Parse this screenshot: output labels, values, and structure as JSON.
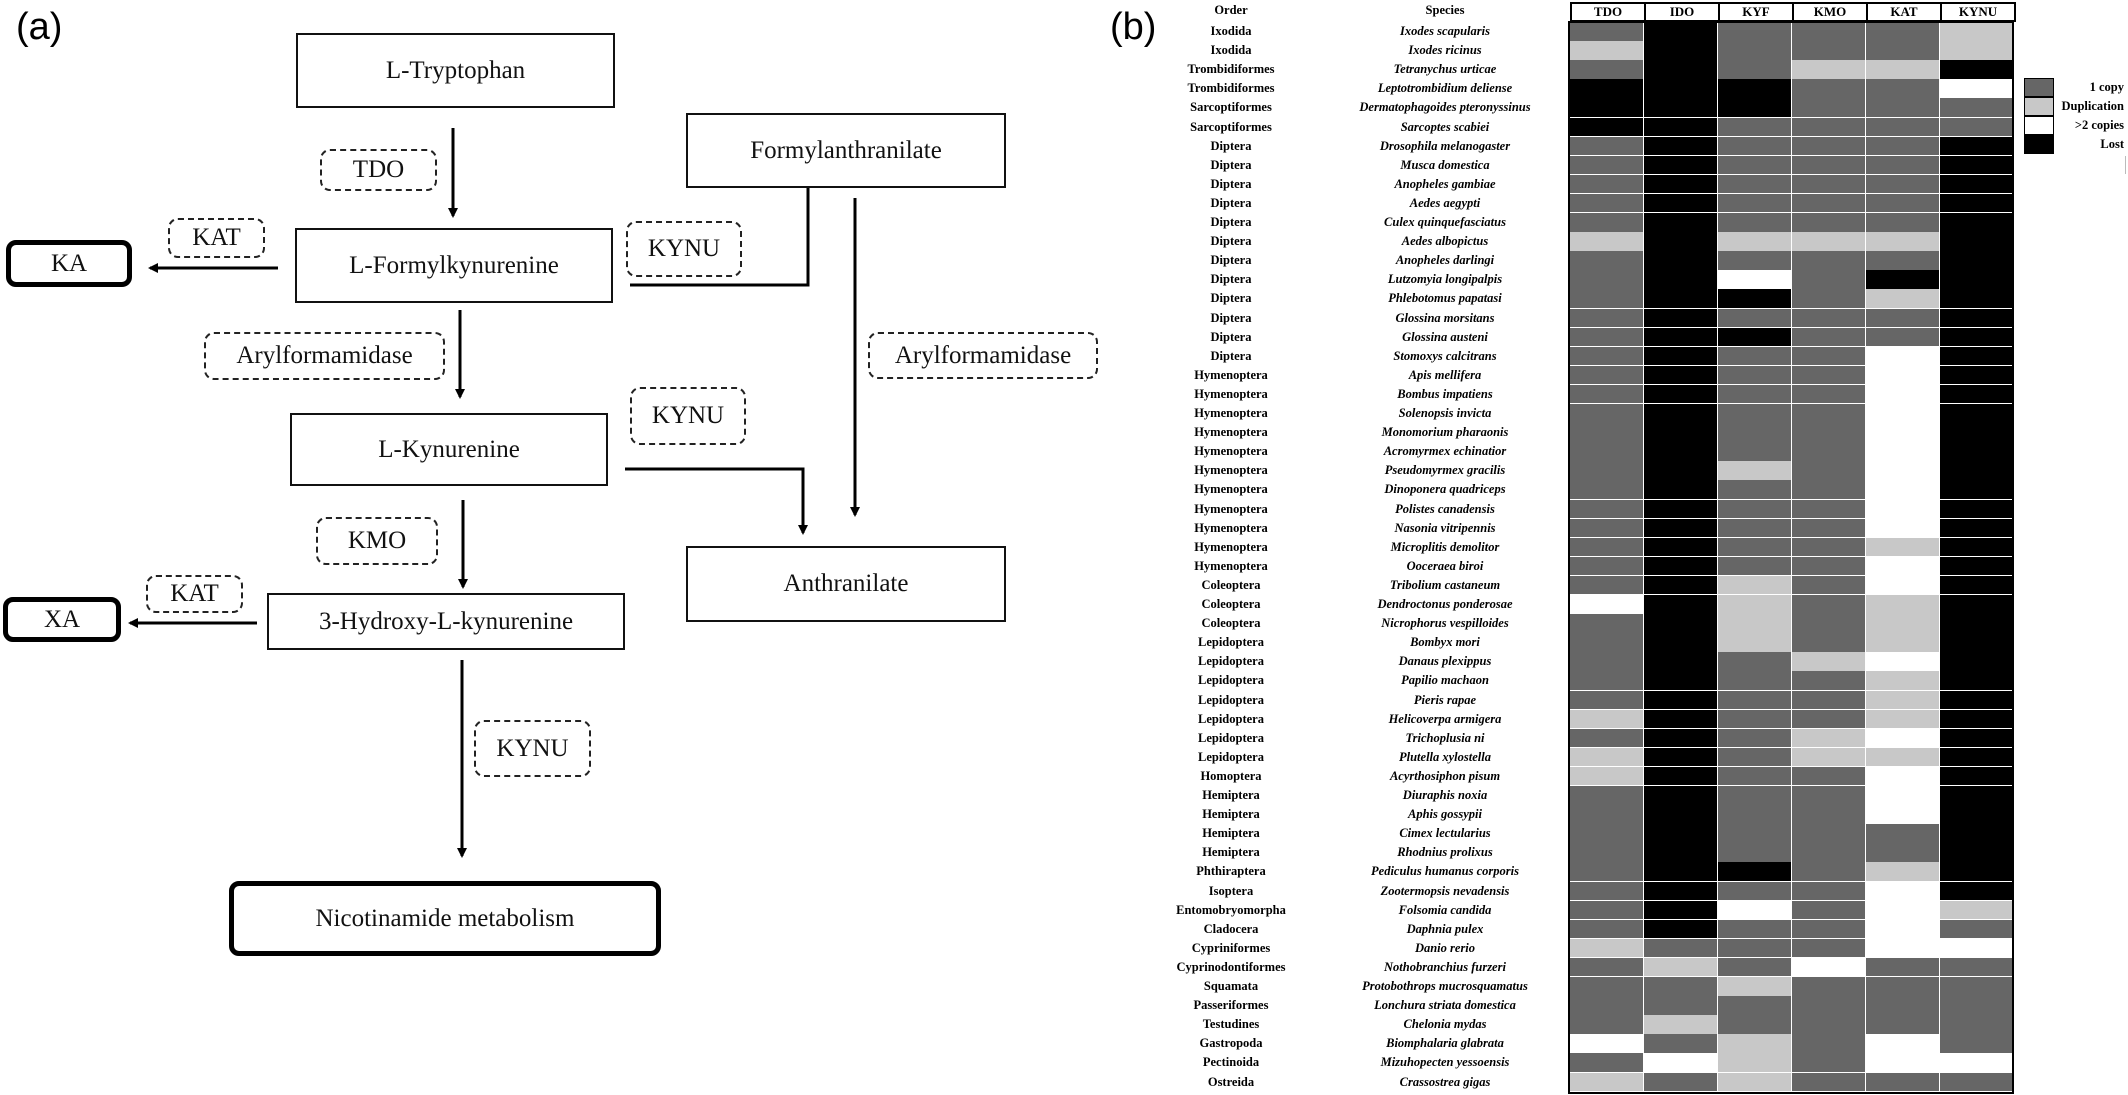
{
  "panel_a": {
    "label": "(a)",
    "nodes": {
      "trp": "L-Tryptophan",
      "formylkyn": "L-Formylkynurenine",
      "kyn": "L-Kynurenine",
      "hk": "3-Hydroxy-L-kynurenine",
      "nic": "Nicotinamide metabolism",
      "formylanth": "Formylanthranilate",
      "anth": "Anthranilate",
      "ka": "KA",
      "xa": "XA"
    },
    "enzymes": {
      "tdo": "TDO",
      "kat1": "KAT",
      "kat2": "KAT",
      "arylf1": "Arylformamidase",
      "arylf2": "Arylformamidase",
      "kynu1": "KYNU",
      "kynu2": "KYNU",
      "kynu3": "KYNU",
      "kmo": "KMO"
    }
  },
  "panel_b": {
    "label": "(b)",
    "header_order": "Order",
    "header_species": "Species",
    "genes": [
      "TDO",
      "IDO",
      "KYF",
      "KMO",
      "KAT",
      "KYNU"
    ],
    "legend": [
      {
        "label": "1 copy",
        "color": "#666666"
      },
      {
        "label": "Duplication",
        "color": "#c8c8c8"
      },
      {
        "label": ">2 copies",
        "color": "#ffffff"
      },
      {
        "label": "Lost",
        "color": "#000000"
      }
    ],
    "rows": [
      {
        "order": "Ixodida",
        "species": "Ixodes scapularis",
        "states": "10111dd"
      },
      {
        "order": "Ixodida",
        "species": "Ixodes ricinus",
        "states": "d0111dd"
      },
      {
        "order": "Trombidiformes",
        "species": "Tetranychus urticae",
        "states": "101dd"
      },
      {
        "order": "Trombidiformes",
        "species": "Leptotrombidium deliense",
        "states": "00011w1"
      },
      {
        "order": "Sarcoptiformes",
        "species": "Dermatophagoides pteronyssinus",
        "states": "000111"
      },
      {
        "order": "Sarcoptiformes",
        "species": "Sarcoptes scabiei",
        "states": "001111"
      },
      {
        "order": "Diptera",
        "species": "Drosophila melanogaster",
        "states": "101110"
      },
      {
        "order": "Diptera",
        "species": "Musca domestica",
        "states": "101110"
      },
      {
        "order": "Diptera",
        "species": "Anopheles gambiae",
        "states": "101110"
      },
      {
        "order": "Diptera",
        "species": "Aedes aegypti",
        "states": "101110"
      },
      {
        "order": "Diptera",
        "species": "Culex quinquefasciatus",
        "states": "101110"
      },
      {
        "order": "Diptera",
        "species": "Aedes albopictus",
        "states": "d0dd d0"
      },
      {
        "order": "Diptera",
        "species": "Anopheles darlingi",
        "states": "101110"
      },
      {
        "order": "Diptera",
        "species": "Lutzomyia longipalpis",
        "states": "10w100"
      },
      {
        "order": "Diptera",
        "species": "Phlebotomus papatasi",
        "states": "1001d0"
      },
      {
        "order": "Diptera",
        "species": "Glossina morsitans",
        "states": "101110"
      },
      {
        "order": "Diptera",
        "species": "Glossina austeni",
        "states": "100110"
      },
      {
        "order": "Diptera",
        "species": "Stomoxys calcitrans",
        "states": "1011w0"
      },
      {
        "order": "Hymenoptera",
        "species": "Apis mellifera",
        "states": "1011w0"
      },
      {
        "order": "Hymenoptera",
        "species": "Bombus impatiens",
        "states": "1011w0"
      },
      {
        "order": "Hymenoptera",
        "species": "Solenopsis invicta",
        "states": "1011w0"
      },
      {
        "order": "Hymenoptera",
        "species": "Monomorium pharaonis",
        "states": "1011w0"
      },
      {
        "order": "Hymenoptera",
        "species": "Acromyrmex echinatior",
        "states": "1011w0"
      },
      {
        "order": "Hymenoptera",
        "species": "Pseudomyrmex gracilis",
        "states": "10d1w0"
      },
      {
        "order": "Hymenoptera",
        "species": "Dinoponera quadriceps",
        "states": "1011w0"
      },
      {
        "order": "Hymenoptera",
        "species": "Polistes canadensis",
        "states": "1011w0"
      },
      {
        "order": "Hymenoptera",
        "species": "Nasonia vitripennis",
        "states": "1011w0"
      },
      {
        "order": "Hymenoptera",
        "species": "Microplitis demolitor",
        "states": "1011d0"
      },
      {
        "order": "Hymenoptera",
        "species": "Ooceraea biroi",
        "states": "1011w0"
      },
      {
        "order": "Coleoptera",
        "species": "Tribolium castaneum",
        "states": "10d1w0"
      },
      {
        "order": "Coleoptera",
        "species": "Dendroctonus ponderosae",
        "states": "w0d1d0"
      },
      {
        "order": "Coleoptera",
        "species": "Nicrophorus vespilloides",
        "states": "10d1d0"
      },
      {
        "order": "Lepidoptera",
        "species": "Bombyx mori",
        "states": "10d1d0"
      },
      {
        "order": "Lepidoptera",
        "species": "Danaus plexippus",
        "states": "101dw0"
      },
      {
        "order": "Lepidoptera",
        "species": "Papilio machaon",
        "states": "1011d0"
      },
      {
        "order": "Lepidoptera",
        "species": "Pieris rapae",
        "states": "1011d0"
      },
      {
        "order": "Lepidoptera",
        "species": "Helicoverpa armigera",
        "states": "d011d0"
      },
      {
        "order": "Lepidoptera",
        "species": "Trichoplusia ni",
        "states": "101dw0"
      },
      {
        "order": "Lepidoptera",
        "species": "Plutella xylostella",
        "states": "d01dd0"
      },
      {
        "order": "Homoptera",
        "species": "Acyrthosiphon pisum",
        "states": "d011w0"
      },
      {
        "order": "Hemiptera",
        "species": "Diuraphis noxia",
        "states": "1011w0"
      },
      {
        "order": "Hemiptera",
        "species": "Aphis gossypii",
        "states": "1011w0"
      },
      {
        "order": "Hemiptera",
        "species": "Cimex lectularius",
        "states": "101110"
      },
      {
        "order": "Hemiptera",
        "species": "Rhodnius prolixus",
        "states": "101110"
      },
      {
        "order": "Phthiraptera",
        "species": "Pediculus humanus corporis",
        "states": "1001d0"
      },
      {
        "order": "Isoptera",
        "species": "Zootermopsis nevadensis",
        "states": "1011w0"
      },
      {
        "order": "Entomobryomorpha",
        "species": "Folsomia candida",
        "states": "10w1wd"
      },
      {
        "order": "Cladocera",
        "species": "Daphnia pulex",
        "states": "1011w1"
      },
      {
        "order": "Cypriniformes",
        "species": "Danio rerio",
        "states": "d111ww"
      },
      {
        "order": "Cyprinodontiformes",
        "species": "Nothobranchius furzeri",
        "states": "1d1w11"
      },
      {
        "order": "Squamata",
        "species": "Protobothrops mucrosquamatus",
        "states": "11d111"
      },
      {
        "order": "Passeriformes",
        "species": "Lonchura striata domestica",
        "states": "111111"
      },
      {
        "order": "Testudines",
        "species": "Chelonia mydas",
        "states": "1d1111"
      },
      {
        "order": "Gastropoda",
        "species": "Biomphalaria glabrata",
        "states": "w1d1w1"
      },
      {
        "order": "Pectinoida",
        "species": "Mizuhopecten yessoensis",
        "states": "1wd1ww"
      },
      {
        "order": "Ostreida",
        "species": "Crassostrea gigas",
        "states": "d1d111"
      }
    ]
  }
}
